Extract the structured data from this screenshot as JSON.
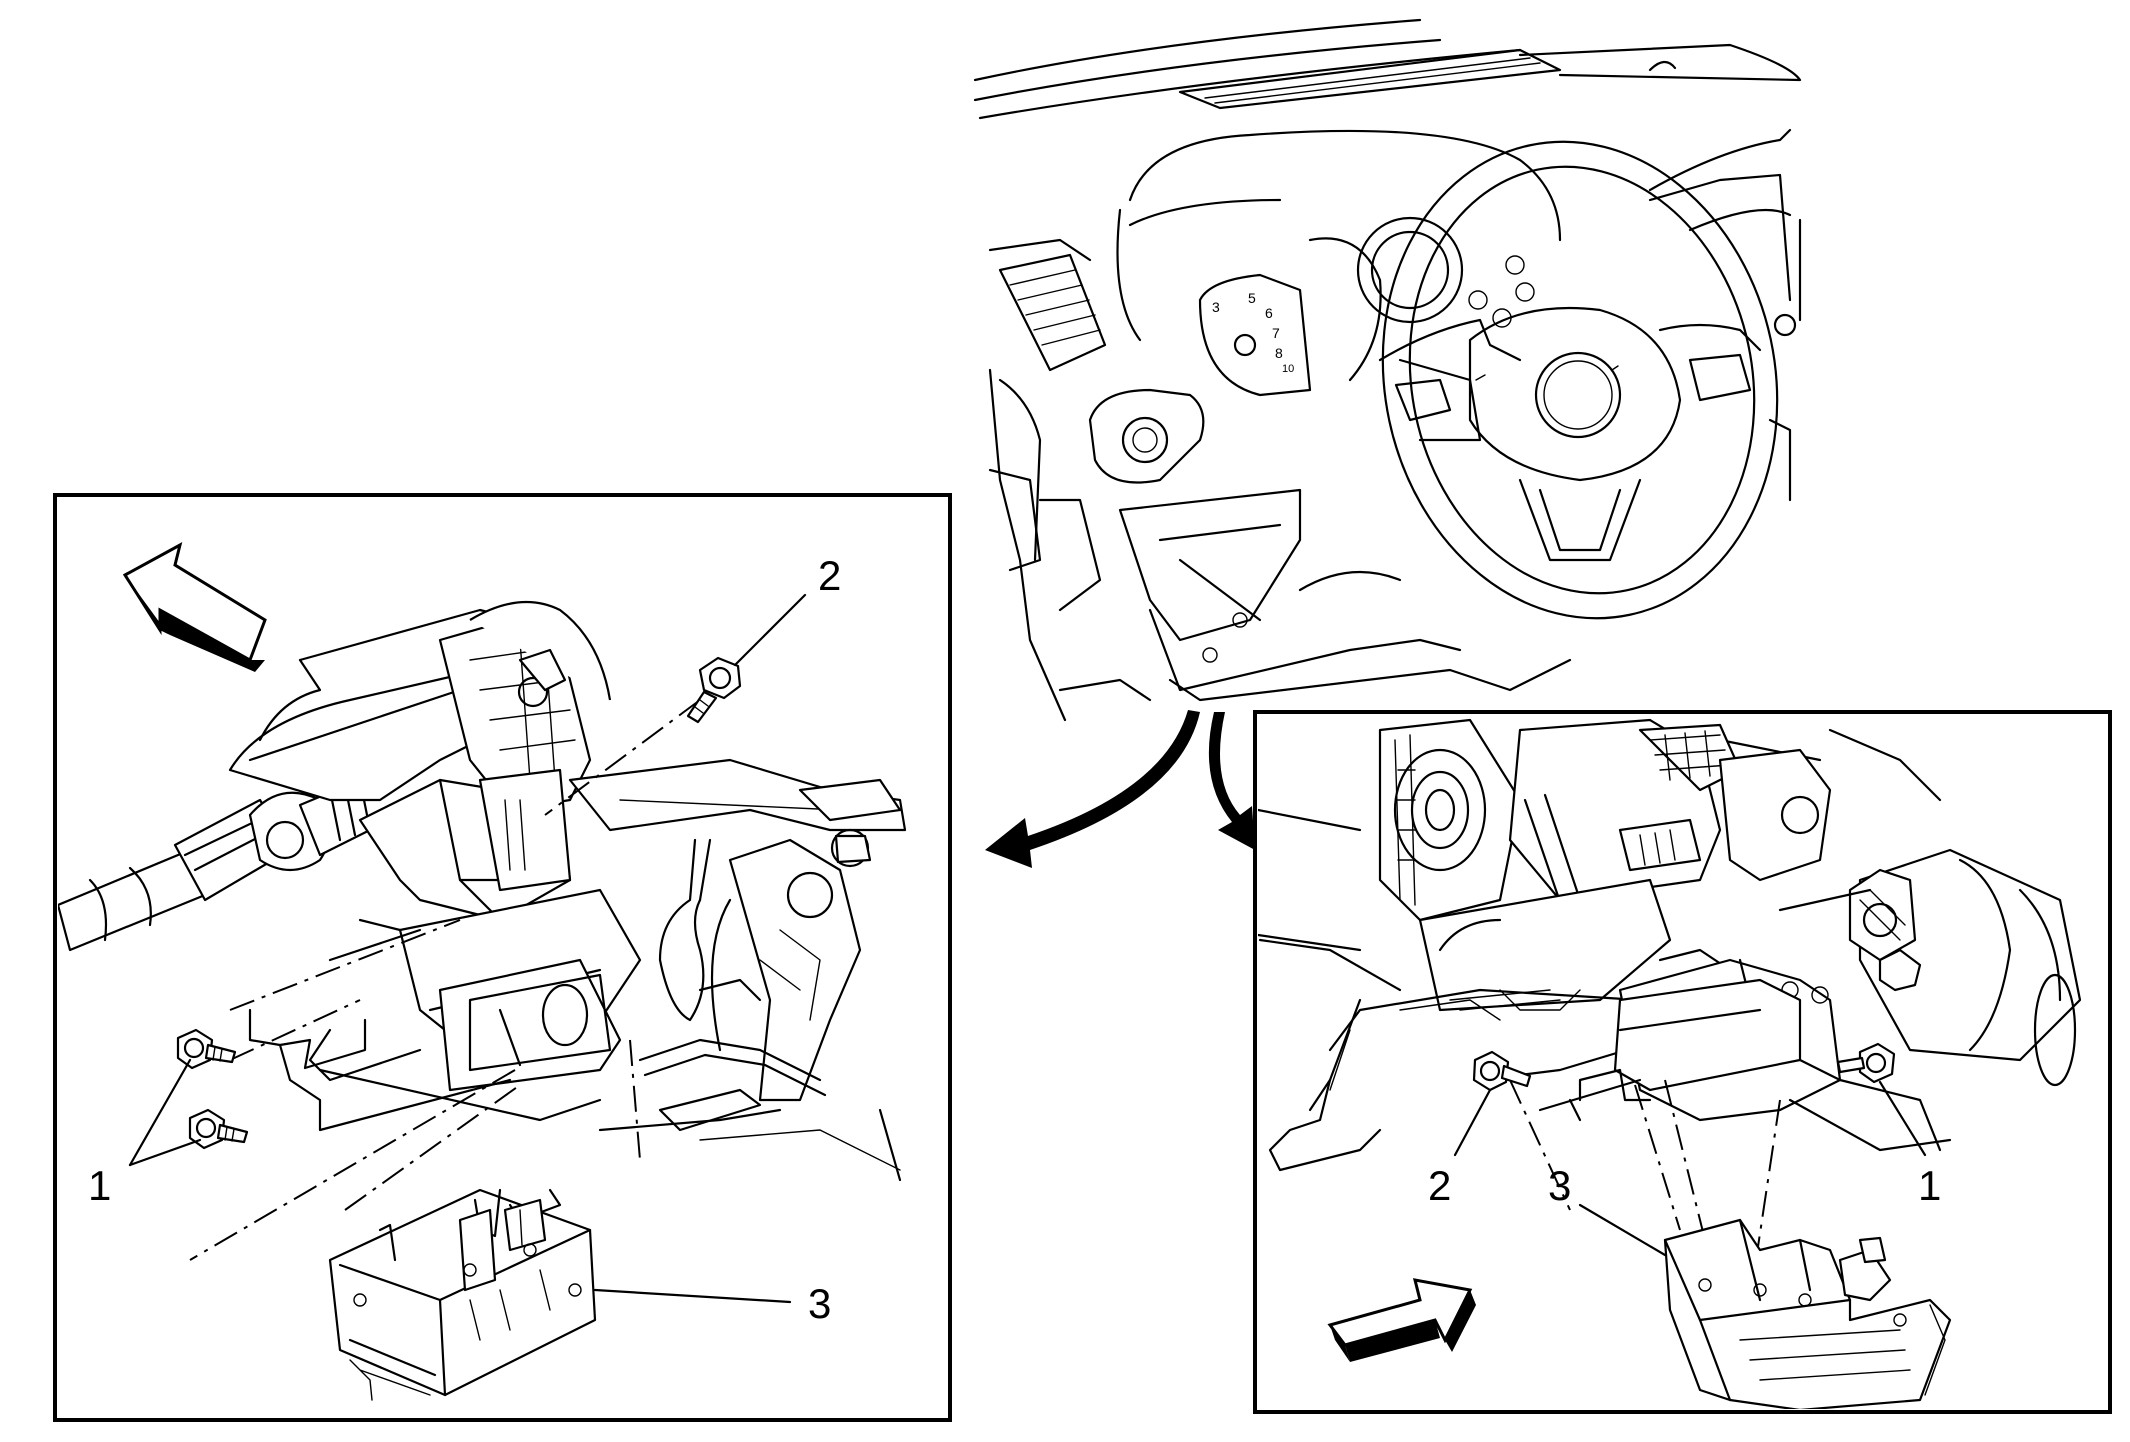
{
  "figure": {
    "overview_gauge_numbers": [
      "3",
      "5",
      "6",
      "7",
      "8",
      "10"
    ],
    "left_detail": {
      "callouts": {
        "bolts": "1",
        "bolt": "2",
        "module": "3"
      }
    },
    "right_detail": {
      "callouts": {
        "bolts": "1",
        "bolt": "2",
        "module": "3"
      }
    }
  },
  "colors": {
    "line": "#000000",
    "background": "#ffffff"
  },
  "icons": {
    "direction_arrow_left": "front-direction-arrow-icon",
    "direction_arrow_right": "front-direction-arrow-icon",
    "view_arrow_left": "curved-view-arrow-icon",
    "view_arrow_right": "curved-view-arrow-icon"
  }
}
